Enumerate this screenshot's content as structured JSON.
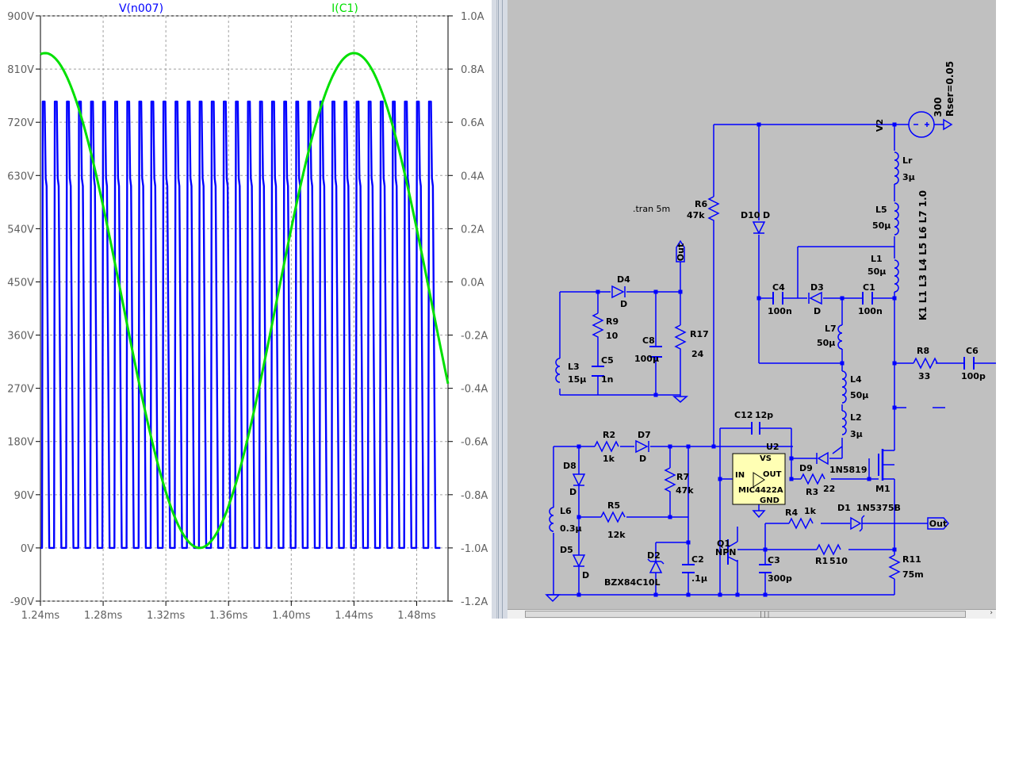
{
  "plot": {
    "trace1_name": "V(n007)",
    "trace2_name": "I(C1)",
    "trace1_color": "#0000ff",
    "trace2_color": "#00e000",
    "left_axis": [
      "900V",
      "810V",
      "720V",
      "630V",
      "540V",
      "450V",
      "360V",
      "270V",
      "180V",
      "90V",
      "0V",
      "-90V"
    ],
    "right_axis": [
      "1.0A",
      "0.8A",
      "0.6A",
      "0.4A",
      "0.2A",
      "0.0A",
      "-0.2A",
      "-0.4A",
      "-0.6A",
      "-0.8A",
      "-1.0A",
      "-1.2A"
    ],
    "x_axis": [
      "1.24ms",
      "1.28ms",
      "1.32ms",
      "1.36ms",
      "1.40ms",
      "1.44ms",
      "1.48ms"
    ]
  },
  "chart_data": {
    "type": "line",
    "xlabel": "",
    "x_range_ms": [
      1.24,
      1.5
    ],
    "y_left_range_V": [
      -90,
      900
    ],
    "y_right_range_A": [
      -1.2,
      1.0
    ],
    "grid": true,
    "series": [
      {
        "name": "V(n007)",
        "axis": "left",
        "kind": "pulse_train",
        "period_ms": 0.0077,
        "low_V": 0,
        "high_V": 755,
        "ring_V": 612
      },
      {
        "name": "I(C1)",
        "axis": "right",
        "kind": "sine",
        "amplitude_A": 0.93,
        "offset_A": -0.07,
        "period_ms": 0.197,
        "peaks_ms": [
          1.243,
          1.44
        ],
        "trough_ms": 1.342
      }
    ]
  },
  "schematic": {
    "sim_command": ".tran 5m",
    "coupling": "K1 L1 L3 L4 L5 L6 L7 1.0",
    "out_label": "Out",
    "labels": {
      "V2": "V2",
      "V2_val": "300",
      "V2_rser": "Rser=0.05",
      "Lr": "Lr",
      "Lr_val": "3µ",
      "L5": "L5",
      "L5_val": "50µ",
      "L1": "L1",
      "L1_val": "50µ",
      "R6": "R6",
      "R6_val": "47k",
      "D10": "D10",
      "D10_val": "D",
      "C4": "C4",
      "C4_val": "100n",
      "D3": "D3",
      "D3_val": "D",
      "C1": "C1",
      "C1_val": "100n",
      "D4": "D4",
      "D4_val": "D",
      "R9": "R9",
      "R9_val": "10",
      "C8": "C8",
      "C8_val": "100µ",
      "R17": "R17",
      "R17_val": "24",
      "L7": "L7",
      "L7_val": "50µ",
      "R8": "R8",
      "R8_val": "33",
      "C6": "C6",
      "C6_val": "100p",
      "L3": "L3",
      "L3_val": "15µ",
      "C5": "C5",
      "C5_val": "1n",
      "L4": "L4",
      "L4_val": "50µ",
      "L2": "L2",
      "L2_val": "3µ",
      "C12": "C12",
      "C12_val": "12p",
      "R2": "R2",
      "R2_val": "1k",
      "D7": "D7",
      "D7_val": "D",
      "U2": "U2",
      "U2_vs": "VS",
      "U2_in": "IN",
      "U2_out": "OUT",
      "U2_part": "MIC4422A",
      "U2_gnd": "GND",
      "D9": "D9",
      "D9_val": "1N5819",
      "R3": "R3",
      "R3_val": "22",
      "M1": "M1",
      "D8": "D8",
      "D8_val": "D",
      "R7": "R7",
      "R7_val": "47k",
      "R5": "R5",
      "R5_val": "12k",
      "L6": "L6",
      "L6_val": "0.3µ",
      "R4": "R4",
      "R4_val": "1k",
      "D1": "D1",
      "D1_val": "1N5375B",
      "Q1": "Q1",
      "Q1_val": "NPN",
      "C3": "C3",
      "C3_val": "300p",
      "R1": "R1",
      "R1_val": "510",
      "R11": "R11",
      "R11_val": "75m",
      "D5": "D5",
      "D5_val": "D",
      "D2": "D2",
      "D2_val": "BZX84C10L",
      "C2": "C2",
      "C2_val": ".1µ"
    }
  },
  "colors": {
    "wire": "#0000ff",
    "schematic_bg": "#c0c0c0",
    "ic_fill": "#ffffb4",
    "grid": "#a0a0a0"
  }
}
